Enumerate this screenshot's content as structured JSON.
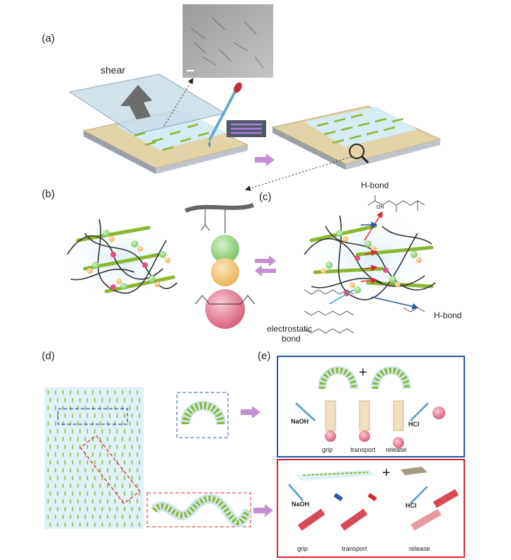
{
  "panels": {
    "a": "(a)",
    "b": "(b)",
    "c": "(c)",
    "d": "(d)",
    "e": "(e)"
  },
  "labels": {
    "shear": "shear",
    "h_bond_top": "H-bond",
    "h_bond_right": "H-bond",
    "electrostatic": "electrostatic",
    "bond": "bond",
    "naoh_blue": "NaOH",
    "hcl_blue": "HCl",
    "grip_blue": "grip",
    "transport_blue": "transport",
    "release_blue": "release",
    "naoh_red": "NaOH",
    "hcl_red": "HCl",
    "grip_red": "grip",
    "transport_red": "transport",
    "release_red": "release",
    "plus_blue": "+",
    "plus_red": "+",
    "oh": "OH"
  },
  "colors": {
    "fiber_green": "#8bb832",
    "gel_blue": "#cfe6ef",
    "arrow_purple": "#c58fd3",
    "box_blue": "#2b55a8",
    "box_red": "#d9262c",
    "bead_green": "#8fd07e",
    "bead_yellow": "#f2c26b",
    "bead_pink": "#e07a94"
  }
}
